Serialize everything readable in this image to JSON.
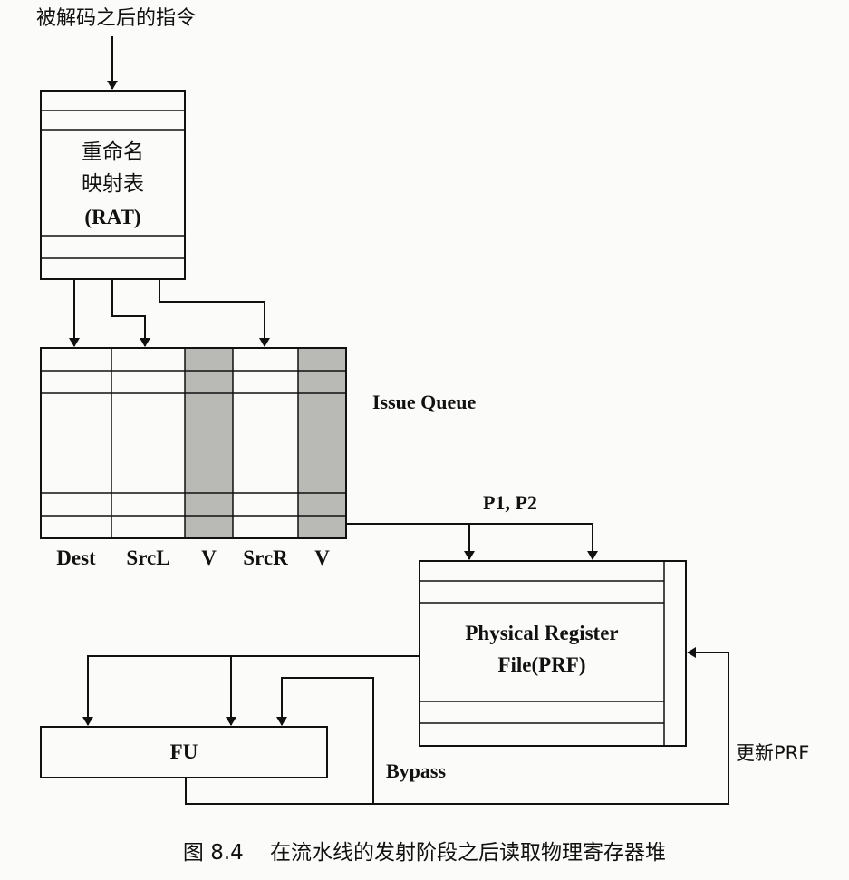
{
  "input_label": "被解码之后的指令",
  "rat": {
    "line1": "重命名",
    "line2": "映射表",
    "line3": "(RAT)"
  },
  "issue_queue": {
    "title": "Issue Queue",
    "columns": [
      "Dest",
      "SrcL",
      "V",
      "SrcR",
      "V"
    ]
  },
  "read_ports_label": "P1, P2",
  "prf": {
    "line1": "Physical Register",
    "line2": "File(PRF)"
  },
  "fu_label": "FU",
  "bypass_label": "Bypass",
  "update_label": "更新PRF",
  "caption": "图 8.4    在流水线的发射阶段之后读取物理寄存器堆",
  "colors": {
    "shade": "#b9b9b6",
    "line": "#111111",
    "background": "#fbfbf9"
  }
}
